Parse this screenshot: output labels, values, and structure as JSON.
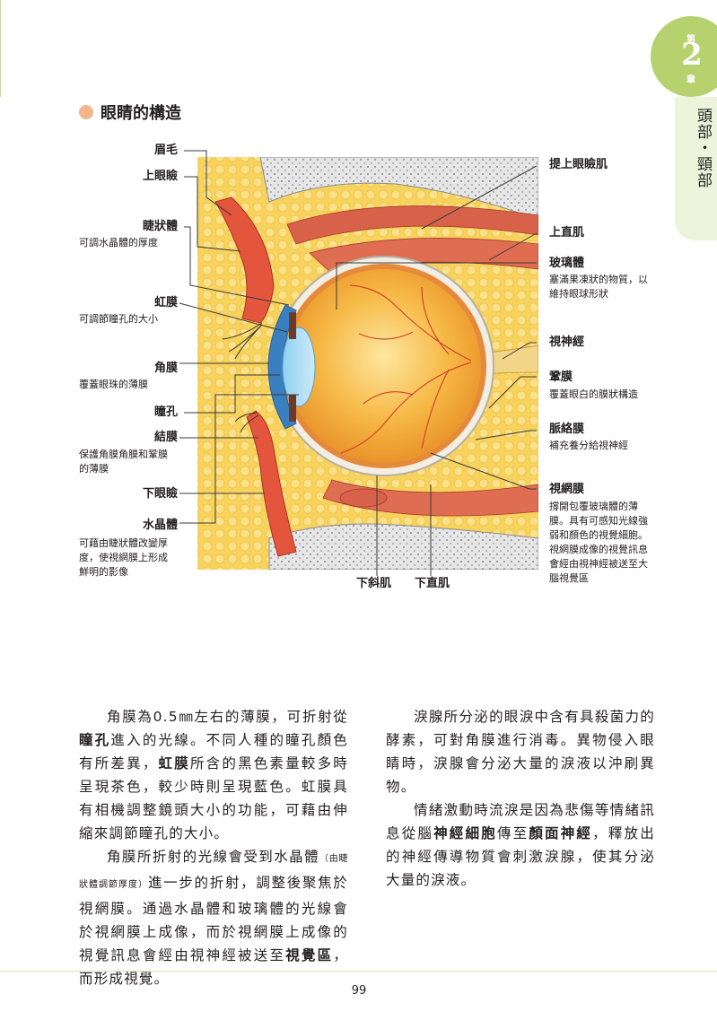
{
  "chapter": {
    "di": "第",
    "number": "2",
    "zhang": "章",
    "section": "頭部・頸部"
  },
  "section_title": "眼睛的構造",
  "labels_left": {
    "eyebrow": "眉毛",
    "upper_eyelid": "上眼瞼",
    "ciliary_body": "睫狀體",
    "ciliary_body_desc": "可調水晶體的厚度",
    "iris": "虹膜",
    "iris_desc": "可調節瞳孔的大小",
    "cornea": "角膜",
    "cornea_desc": "覆蓋眼珠的薄膜",
    "pupil": "瞳孔",
    "conjunctiva": "結膜",
    "conjunctiva_desc_1": "保護角膜角膜和鞏膜",
    "conjunctiva_desc_2": "的薄膜",
    "lower_eyelid": "下眼瞼",
    "lens": "水晶體",
    "lens_desc_1": "可藉由睫狀體改變厚",
    "lens_desc_2": "度，使視網膜上形成",
    "lens_desc_3": "鮮明的影像"
  },
  "labels_right": {
    "levator": "提上眼瞼肌",
    "superior_rectus": "上直肌",
    "vitreous": "玻璃體",
    "vitreous_desc_1": "塞滿果凍狀的物質，以",
    "vitreous_desc_2": "維持眼球形狀",
    "optic_nerve": "視神經",
    "sclera": "鞏膜",
    "sclera_desc": "覆蓋眼白的膜狀構造",
    "choroid": "脈絡膜",
    "choroid_desc": "補充養分給視神經",
    "retina": "視網膜",
    "retina_desc_1": "撐開包覆玻璃體的薄",
    "retina_desc_2": "膜。具有可感知光線強",
    "retina_desc_3": "弱和顏色的視覺細胞。",
    "retina_desc_4": "視網膜成像的視覺訊息",
    "retina_desc_5": "會經由視神經被送至大",
    "retina_desc_6": "腦視覺區"
  },
  "labels_bottom": {
    "inferior_oblique": "下斜肌",
    "inferior_rectus": "下直肌"
  },
  "body": {
    "p1_a": "角膜為0.5㎜左右的薄膜，可折射從",
    "p1_b": "瞳孔",
    "p1_c": "進入的光線。不同人種的瞳孔顏色有所差異，",
    "p1_d": "虹膜",
    "p1_e": "所含的黑色素量較多時呈現茶色，較少時則呈現藍色。虹膜具有相機調整鏡頭大小的功能，可藉由伸縮來調節瞳孔的大小。",
    "p2_a": "角膜所折射的光線會受到水晶體",
    "p2_small": "（由睫狀體調節厚度）",
    "p2_b": "進一步的折射，調整後聚焦於視網膜。通過水晶體和玻璃體的光線會於視網膜上成像，而於視網膜上成像的視覺訊息會經由視神經被送至",
    "p2_c": "視覺區",
    "p2_d": "，而形成視覺。",
    "p3": "淚腺所分泌的眼淚中含有具殺菌力的酵素，可對角膜進行消毒。異物侵入眼睛時，淚腺會分泌大量的淚液以沖刷異物。",
    "p4_a": "情緒激動時流淚是因為悲傷等情緒訊息從腦",
    "p4_b": "神經細胞",
    "p4_c": "傳至",
    "p4_d": "顏面神經",
    "p4_e": "，釋放出的神經傳導物質會刺激淚腺，使其分泌大量的淚液。"
  },
  "page_number": "99"
}
